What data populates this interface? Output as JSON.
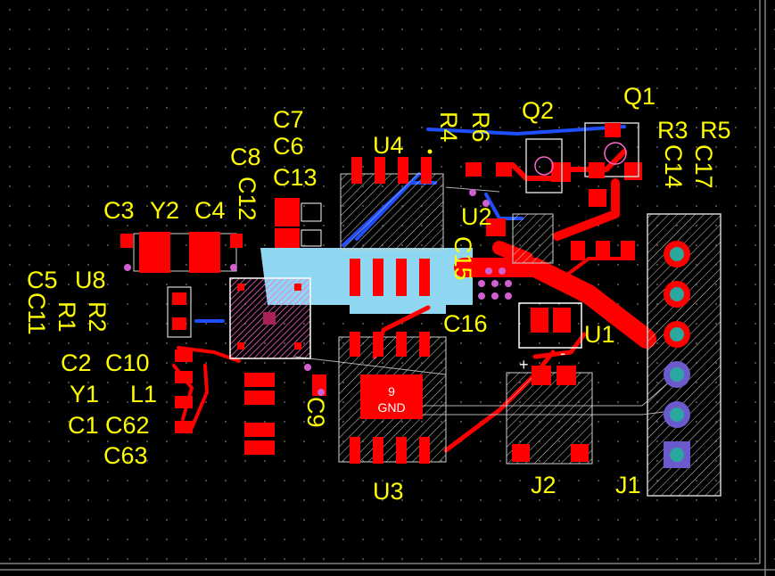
{
  "colors": {
    "background": "#000000",
    "grid_dot": "#4a4a4a",
    "top_copper": "#ff0000",
    "bottom_copper": "#1f4fff",
    "keepout": "#8fd6f0",
    "silkscreen": "#ffff00",
    "pad_hole": "#2aa8a0",
    "component_outline": "#ffffff",
    "frame": "#808080"
  },
  "labels": {
    "C7": "C7",
    "C6": "C6",
    "C8": "C8",
    "C13": "C13",
    "C12": "C12",
    "U4": "U4",
    "R4": "R4",
    "R6": "R6",
    "Q2": "Q2",
    "Q1": "Q1",
    "R3": "R3",
    "R5": "R5",
    "C14": "C14",
    "C17": "C17",
    "C3": "C3",
    "Y2": "Y2",
    "C4": "C4",
    "U2": "U2",
    "C15": "C15",
    "C5": "C5",
    "U8": "U8",
    "C11": "C11",
    "R1": "R1",
    "R2": "R2",
    "C16": "C16",
    "U1": "U1",
    "C2": "C2",
    "C10": "C10",
    "Y1": "Y1",
    "L1": "L1",
    "C1": "C1",
    "C62": "C62",
    "C63": "C63",
    "C9": "C9",
    "U3": "U3",
    "J2": "J2",
    "J1": "J1"
  },
  "pad_text": {
    "pin": "9",
    "net": "GND"
  },
  "polarity": {
    "plus": "+",
    "minus": "-"
  }
}
